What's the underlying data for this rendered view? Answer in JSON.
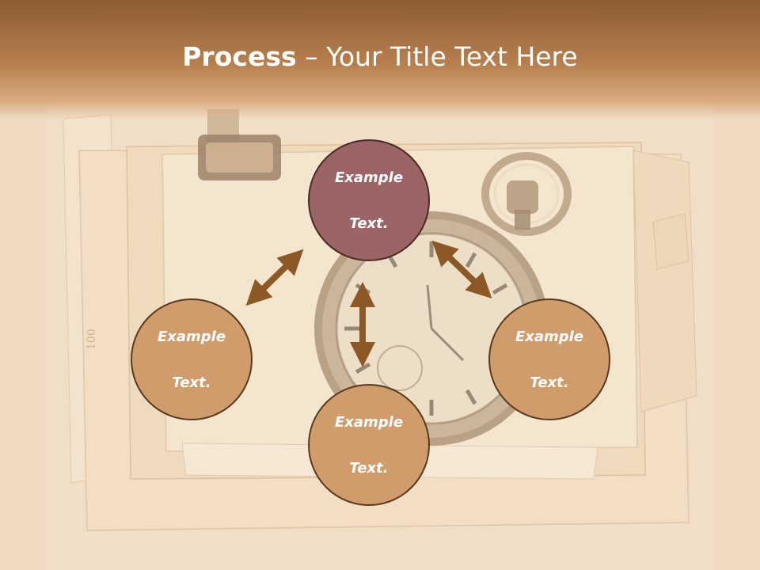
{
  "slide": {
    "title_bold": "Process",
    "title_rest": " – Your Title Text Here"
  },
  "nodes": {
    "top": {
      "line1": "Example",
      "line2": "Text."
    },
    "left": {
      "line1": "Example",
      "line2": "Text."
    },
    "right": {
      "line1": "Example",
      "line2": "Text."
    },
    "bottom": {
      "line1": "Example",
      "line2": "Text."
    }
  },
  "background": {
    "note_number": "100"
  },
  "colors": {
    "header": "#b7804f",
    "node_highlight": "#9b6466",
    "node_default": "#d19c6b",
    "arrow": "#8c5826"
  }
}
